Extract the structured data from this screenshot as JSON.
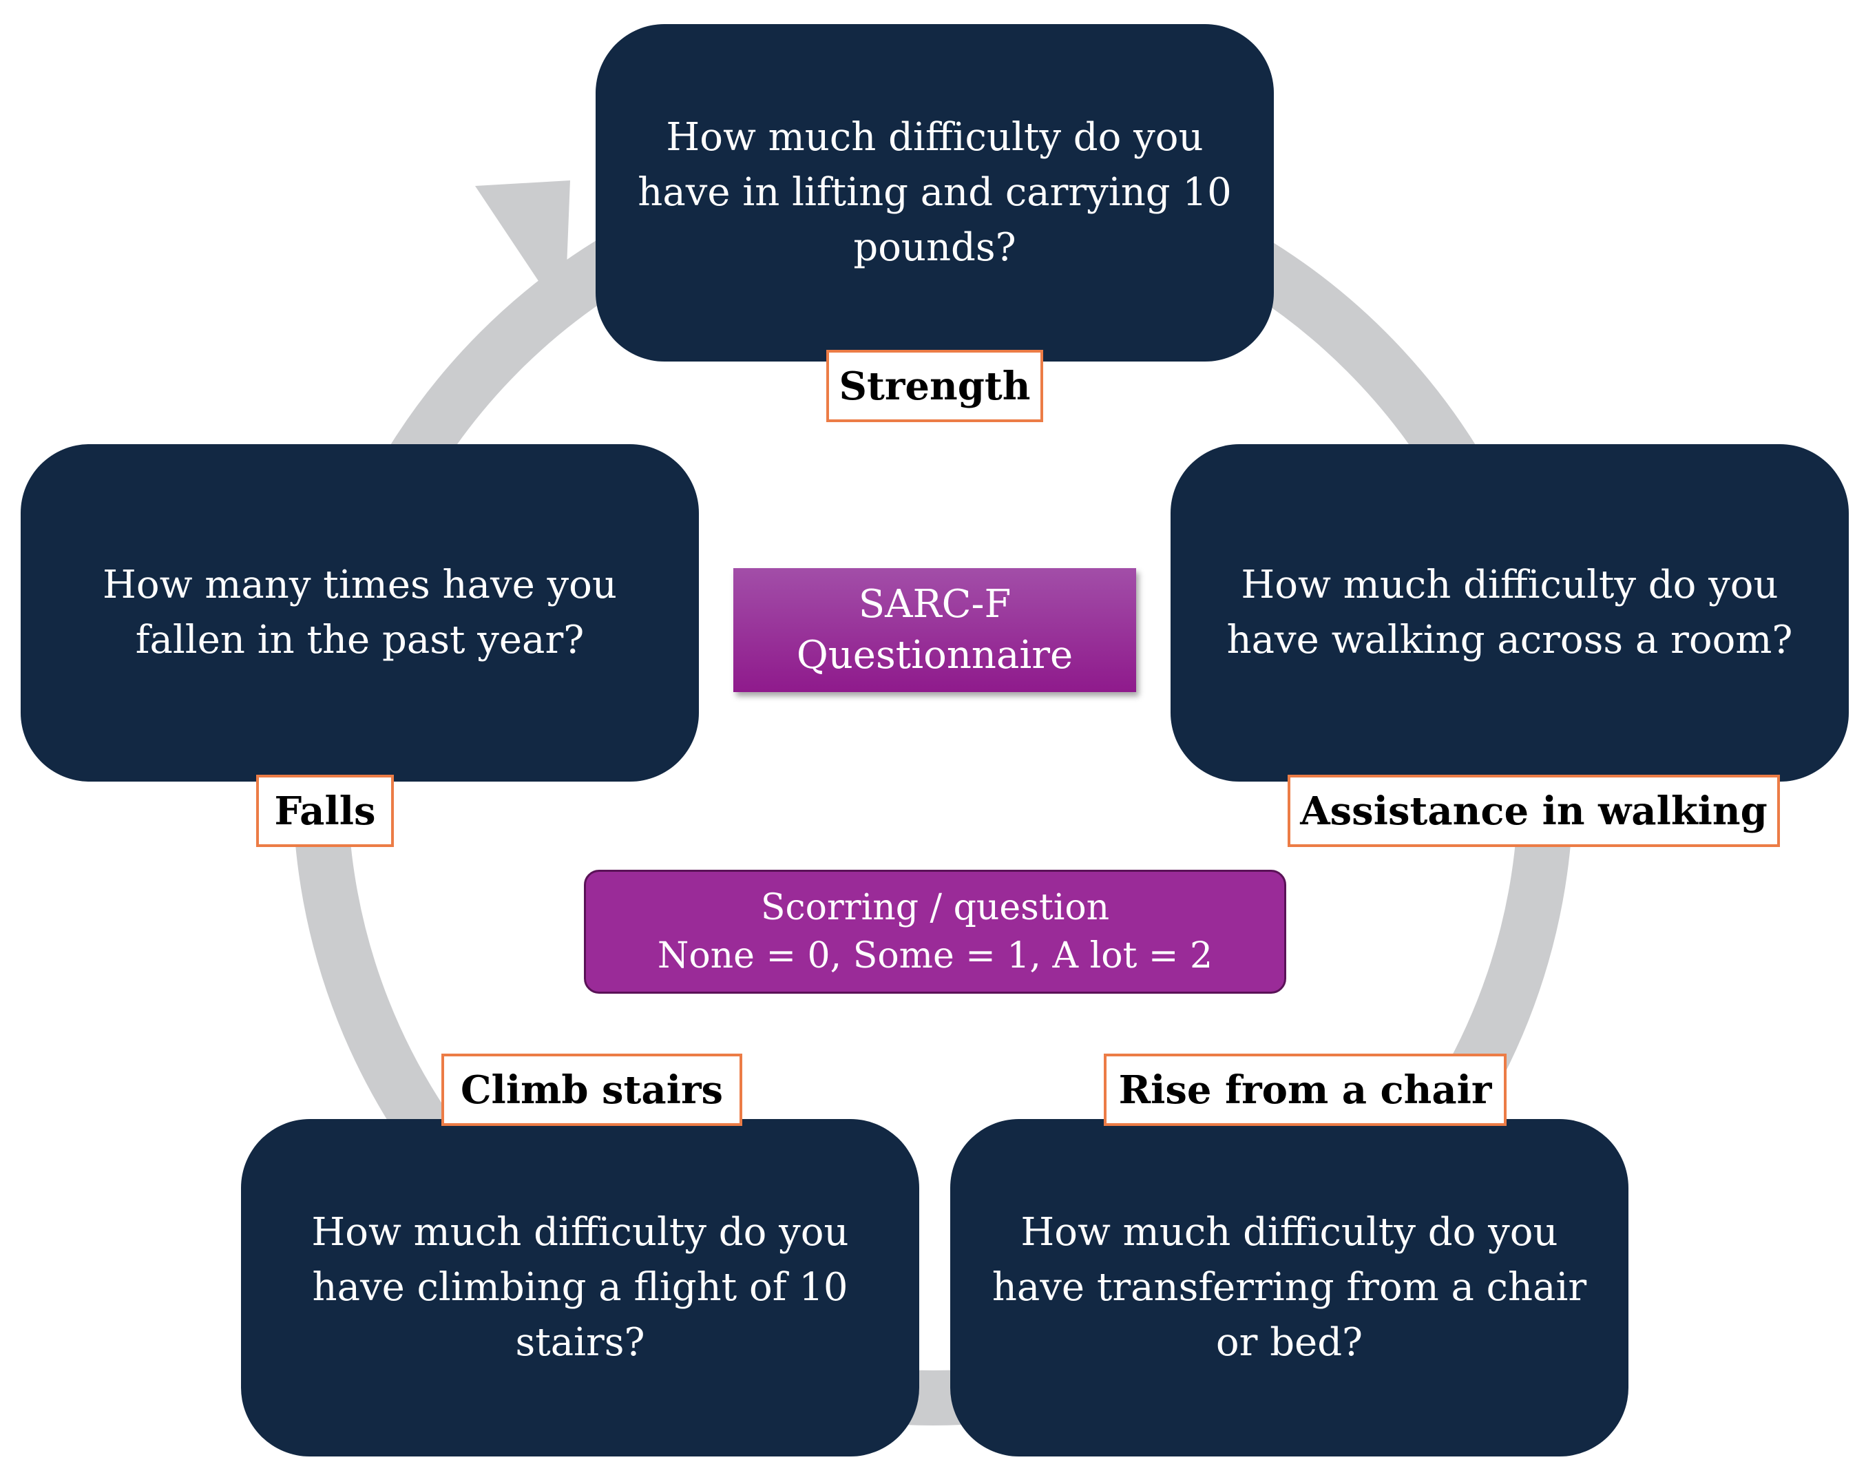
{
  "questions": {
    "strength": "How much difficulty do you have in lifting and carrying 10 pounds?",
    "walking": "How much difficulty do you have walking across a room?",
    "chair": "How much difficulty do you have transferring from a chair or bed?",
    "stairs": "How much difficulty do you have climbing a flight of 10 stairs?",
    "falls": "How many times have you fallen in the past year?"
  },
  "labels": {
    "strength": "Strength",
    "walking": "Assistance in walking",
    "chair": "Rise from a chair",
    "stairs": "Climb stairs",
    "falls": "Falls"
  },
  "center": {
    "title_line1": "SARC-F",
    "title_line2": "Questionnaire",
    "scoring_line1": "Scorring / question",
    "scoring_line2": "None = 0, Some = 1, A lot = 2"
  },
  "colors": {
    "question_box": "#122843",
    "label_border": "#ec7c46",
    "center_box": "#9a2b98",
    "ring_arrow": "#cbccce"
  }
}
